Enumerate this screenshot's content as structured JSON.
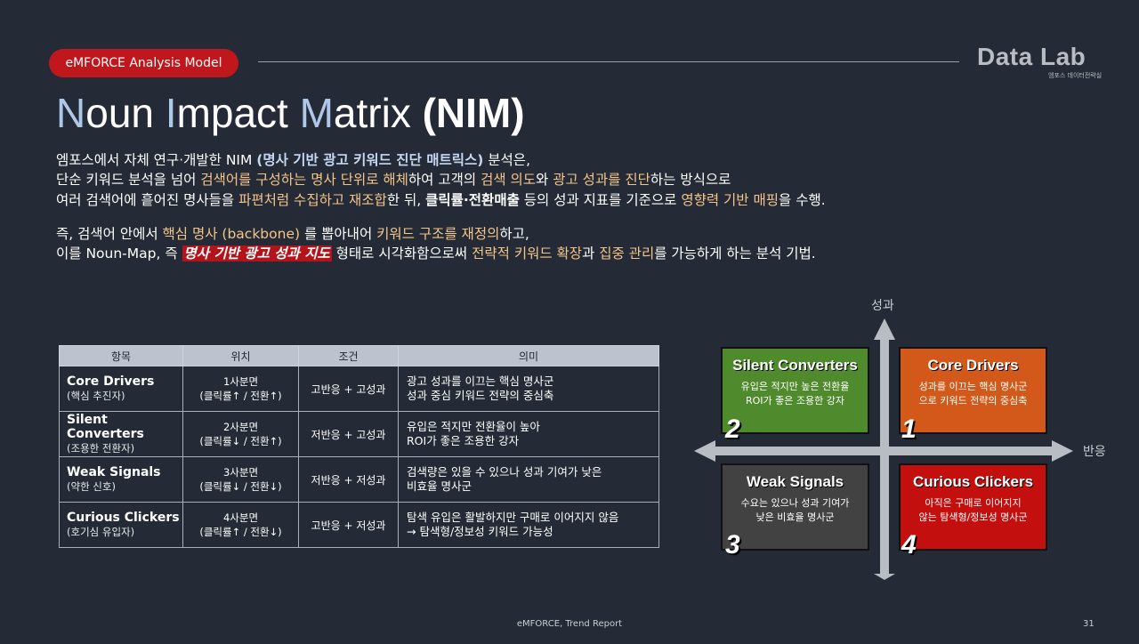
{
  "header": {
    "badge": "eMFORCE Analysis Model",
    "logo_main": "Data Lab",
    "logo_sub": "엠포스 데이터전략실"
  },
  "title": {
    "c1": "N",
    "r1": "oun ",
    "c2": "I",
    "r2": "mpact ",
    "c3": "M",
    "r3": "atrix ",
    "bold": "(NIM)"
  },
  "intro": {
    "l1": [
      "엠포스에서 자체 연구·개발한 NIM ",
      "(명사 기반 광고 키워드 진단 매트릭스)",
      " 분석은,"
    ],
    "l2": [
      "단순 키워드 분석을 넘어 ",
      "검색어를 구성하는 명사 단위로 해체",
      "하여 고객의 ",
      "검색 의도",
      "와 ",
      "광고 성과를 진단",
      "하는 방식으로"
    ],
    "l3": [
      "여러 검색어에 흩어진 명사들을 ",
      "파편처럼 수집하고 재조합",
      "한 뒤, ",
      "클릭률·전환매출",
      " 등의 성과 지표를 기준으로 ",
      "영향력 기반 매핑",
      "을 수행."
    ],
    "l4": [
      "즉, 검색어 안에서 ",
      "핵심 명사 (backbone)",
      " 를 뽑아내어 ",
      "키워드 구조를 재정의",
      "하고,"
    ],
    "l5": [
      "이를 Noun-Map, 즉 ",
      "명사 기반 광고 성과 지도",
      " 형태로 시각화함으로써 ",
      "전략적 키워드 확장",
      "과 ",
      "집중 관리",
      "를 가능하게 하는 분석 기법."
    ]
  },
  "table": {
    "headers": [
      "항목",
      "위치",
      "조건",
      "의미"
    ],
    "rows": [
      {
        "name": "Core Drivers",
        "sub": "(핵심 추진자)",
        "pos1": "1사분면",
        "pos2": "(클릭률↑ / 전환↑)",
        "cond": "고반응 + 고성과",
        "m1": "광고 성과를 이끄는 핵심 명사군",
        "m2": "성과 중심 키워드 전략의 중심축"
      },
      {
        "name": "Silent Converters",
        "sub": "(조용한 전환자)",
        "pos1": "2사분면",
        "pos2": "(클릭률↓ / 전환↑)",
        "cond": "저반응 + 고성과",
        "m1": "유입은 적지만 전환율이 높아",
        "m2": "ROI가 좋은 조용한 강자"
      },
      {
        "name": "Weak Signals",
        "sub": "(약한 신호)",
        "pos1": "3사분면",
        "pos2": "(클릭률↓ / 전환↓)",
        "cond": "저반응 + 저성과",
        "m1": "검색량은 있을 수 있으나 성과 기여가 낮은",
        "m2": "비효율 명사군"
      },
      {
        "name": "Curious Clickers",
        "sub": "(호기심 유입자)",
        "pos1": "4사분면",
        "pos2": "(클릭률↑ / 전환↓)",
        "cond": "고반응 + 저성과",
        "m1": "탐색 유입은 활발하지만 구매로 이어지지 않음",
        "m2": "→ 탐색형/정보성 키워드 가능성"
      }
    ]
  },
  "matrix": {
    "y_label": "성과",
    "x_label": "반응",
    "quadrants": [
      {
        "title": "Silent Converters",
        "d1": "유입은 적지만 높은 전환율",
        "d2": "ROI가 좋은 조용한 강자",
        "num": "2",
        "color": "#4f8a2c"
      },
      {
        "title": "Core Drivers",
        "d1": "성과를 이끄는 핵심 명사군",
        "d2": "으로 키워드 전략의 중심축",
        "num": "1",
        "color": "#d2591a"
      },
      {
        "title": "Weak Signals",
        "d1": "수요는 있으나 성과 기여가",
        "d2": "낮은 비효율 명사군",
        "num": "3",
        "color": "#424242"
      },
      {
        "title": "Curious Clickers",
        "d1": "아직은 구매로 이어지지",
        "d2": "않는 탐색형/정보성 명사군",
        "num": "4",
        "color": "#c40f0f"
      }
    ]
  },
  "footer": {
    "text": "eMFORCE, Trend Report",
    "page": "31"
  }
}
